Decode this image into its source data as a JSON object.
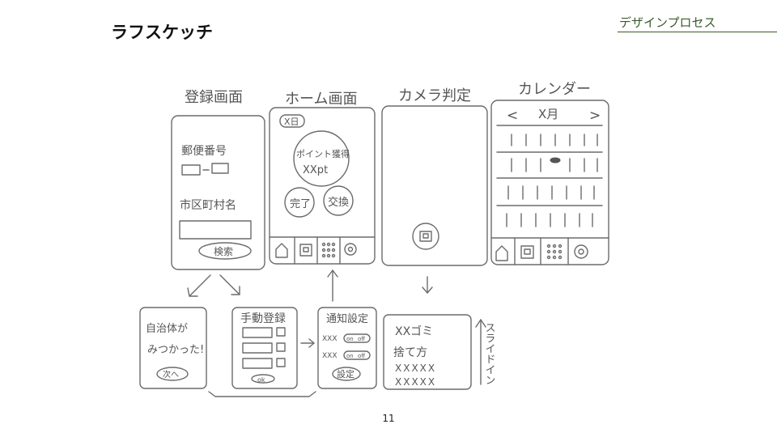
{
  "header": {
    "title": "ラフスケッチ",
    "section": "デザインプロセス"
  },
  "page_number": "11",
  "sketch": {
    "screens": {
      "registration": {
        "heading": "登録画面",
        "postal_label": "郵便番号",
        "city_label": "市区町村名",
        "search_button": "検索"
      },
      "home": {
        "heading": "ホーム画面",
        "date_badge": "X日",
        "points_label": "ポイント獲得",
        "points_value": "XXpt",
        "done_button": "完了",
        "exchange_button": "交換"
      },
      "camera": {
        "heading": "カメラ判定"
      },
      "calendar": {
        "heading": "カレンダー",
        "month_label": "X月",
        "prev_symbol": "<",
        "next_symbol": ">"
      },
      "found": {
        "line1": "自治体が",
        "line2": "みつかった!",
        "next_button": "次へ"
      },
      "manual": {
        "heading": "手動登録",
        "ok_button": "ok"
      },
      "notify": {
        "heading": "通知設定",
        "row_label": "XXX",
        "on_label": "on",
        "off_label": "off",
        "save_button": "設定"
      },
      "guide": {
        "line1": "XXゴミ",
        "line2": "捨て方",
        "line3": "XXXXX",
        "line4": "XXXXX"
      },
      "slide_in": {
        "label": "スライドイン"
      }
    },
    "icons": [
      "home-icon",
      "camera-icon",
      "grid-icon",
      "gear-icon"
    ]
  }
}
